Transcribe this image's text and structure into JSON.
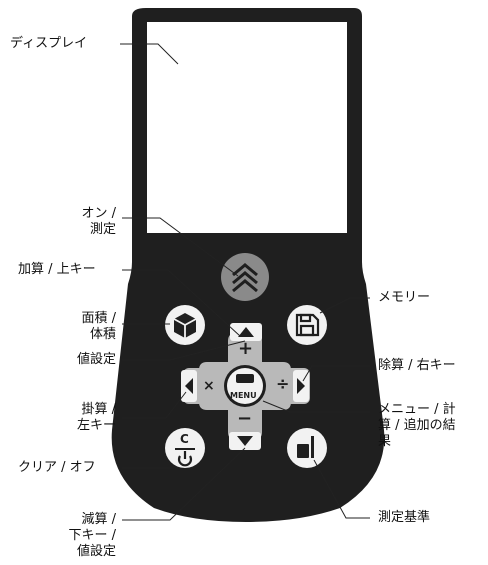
{
  "labels": {
    "display": "ディスプレイ",
    "on_measure_1": "オン /",
    "on_measure_2": "測定",
    "add_up": "加算 / 上キー",
    "area_volume_1": "面積 /",
    "area_volume_2": "体積",
    "value_setting": "値設定",
    "multiply_left_1": "掛算 /",
    "multiply_left_2": "左キー",
    "clear_off": "クリア / オフ",
    "subtract_down_1": "減算 /",
    "subtract_down_2": "下キー /",
    "subtract_down_3": "値設定",
    "memory": "メモリー",
    "divide_right": "除算 / 右キー",
    "menu_calc_1": "メニュー / 計",
    "menu_calc_2": "算 / 追加の結",
    "menu_calc_3": "果",
    "reference": "測定基準"
  },
  "buttons": {
    "plus_symbol": "+",
    "minus_symbol": "−",
    "times_symbol": "×",
    "divide_symbol": "÷",
    "menu_text": "MENU",
    "clear_c": "C"
  },
  "colors": {
    "body": "#1f1f1f",
    "screen": "#ffffff",
    "button_light": "#f2f2f2",
    "pad_gray": "#b9b9b9",
    "on_button": "#8a8a8a"
  }
}
